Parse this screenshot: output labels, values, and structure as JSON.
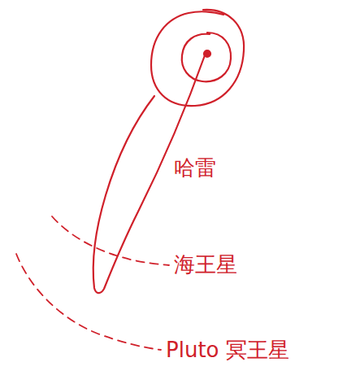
{
  "diagram": {
    "labels": [
      "哈雷",
      "海王星",
      "Pluto 冥王星"
    ]
  }
}
